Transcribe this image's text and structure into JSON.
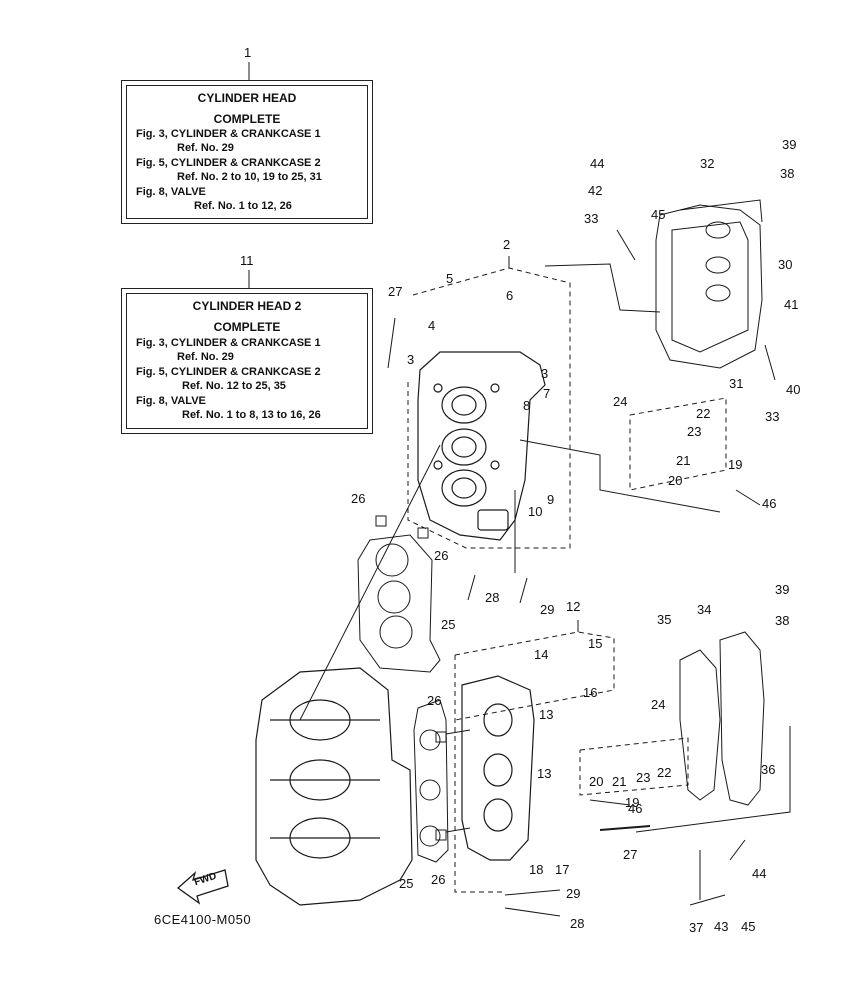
{
  "box1": {
    "ref": "1",
    "title": "CYLINDER  HEAD",
    "subtitle": "COMPLETE",
    "lines": [
      "Fig. 3, CYLINDER & CRANKCASE 1",
      "Ref. No. 29",
      "Fig. 5, CYLINDER & CRANKCASE 2",
      "Ref. No. 2 to 10, 19 to 25, 31",
      "Fig. 8, VALVE",
      "Ref. No. 1 to 12, 26"
    ]
  },
  "box2": {
    "ref": "11",
    "title": "CYLINDER  HEAD 2",
    "subtitle": "COMPLETE",
    "lines": [
      "Fig. 3, CYLINDER & CRANKCASE 1",
      "Ref. No. 29",
      "Fig. 5, CYLINDER & CRANKCASE 2",
      "Ref. No. 12 to 25, 35",
      "Fig. 8, VALVE",
      "Ref. No. 1 to 8, 13 to 16, 26"
    ]
  },
  "fwd_label": "FWD",
  "diagram_code": "6CE4100-M050",
  "callouts": {
    "c2": "2",
    "c3a": "3",
    "c3b": "3",
    "c4": "4",
    "c5": "5",
    "c6": "6",
    "c7": "7",
    "c8": "8",
    "c9": "9",
    "c10": "10",
    "c12": "12",
    "c13a": "13",
    "c13b": "13",
    "c14": "14",
    "c15": "15",
    "c16": "16",
    "c17": "17",
    "c18": "18",
    "c19a": "19",
    "c19b": "19",
    "c20a": "20",
    "c20b": "20",
    "c21a": "21",
    "c21b": "21",
    "c22a": "22",
    "c22b": "22",
    "c23a": "23",
    "c23b": "23",
    "c24a": "24",
    "c24b": "24",
    "c25a": "25",
    "c25b": "25",
    "c26a": "26",
    "c26b": "26",
    "c26c": "26",
    "c26d": "26",
    "c27a": "27",
    "c27b": "27",
    "c28a": "28",
    "c28b": "28",
    "c29a": "29",
    "c29b": "29",
    "c30": "30",
    "c31": "31",
    "c32": "32",
    "c33a": "33",
    "c33b": "33",
    "c34": "34",
    "c35": "35",
    "c36": "36",
    "c37": "37",
    "c38a": "38",
    "c38b": "38",
    "c39a": "39",
    "c39b": "39",
    "c40": "40",
    "c41": "41",
    "c42": "42",
    "c43": "43",
    "c44a": "44",
    "c44b": "44",
    "c45a": "45",
    "c45b": "45",
    "c46a": "46",
    "c46b": "46"
  }
}
